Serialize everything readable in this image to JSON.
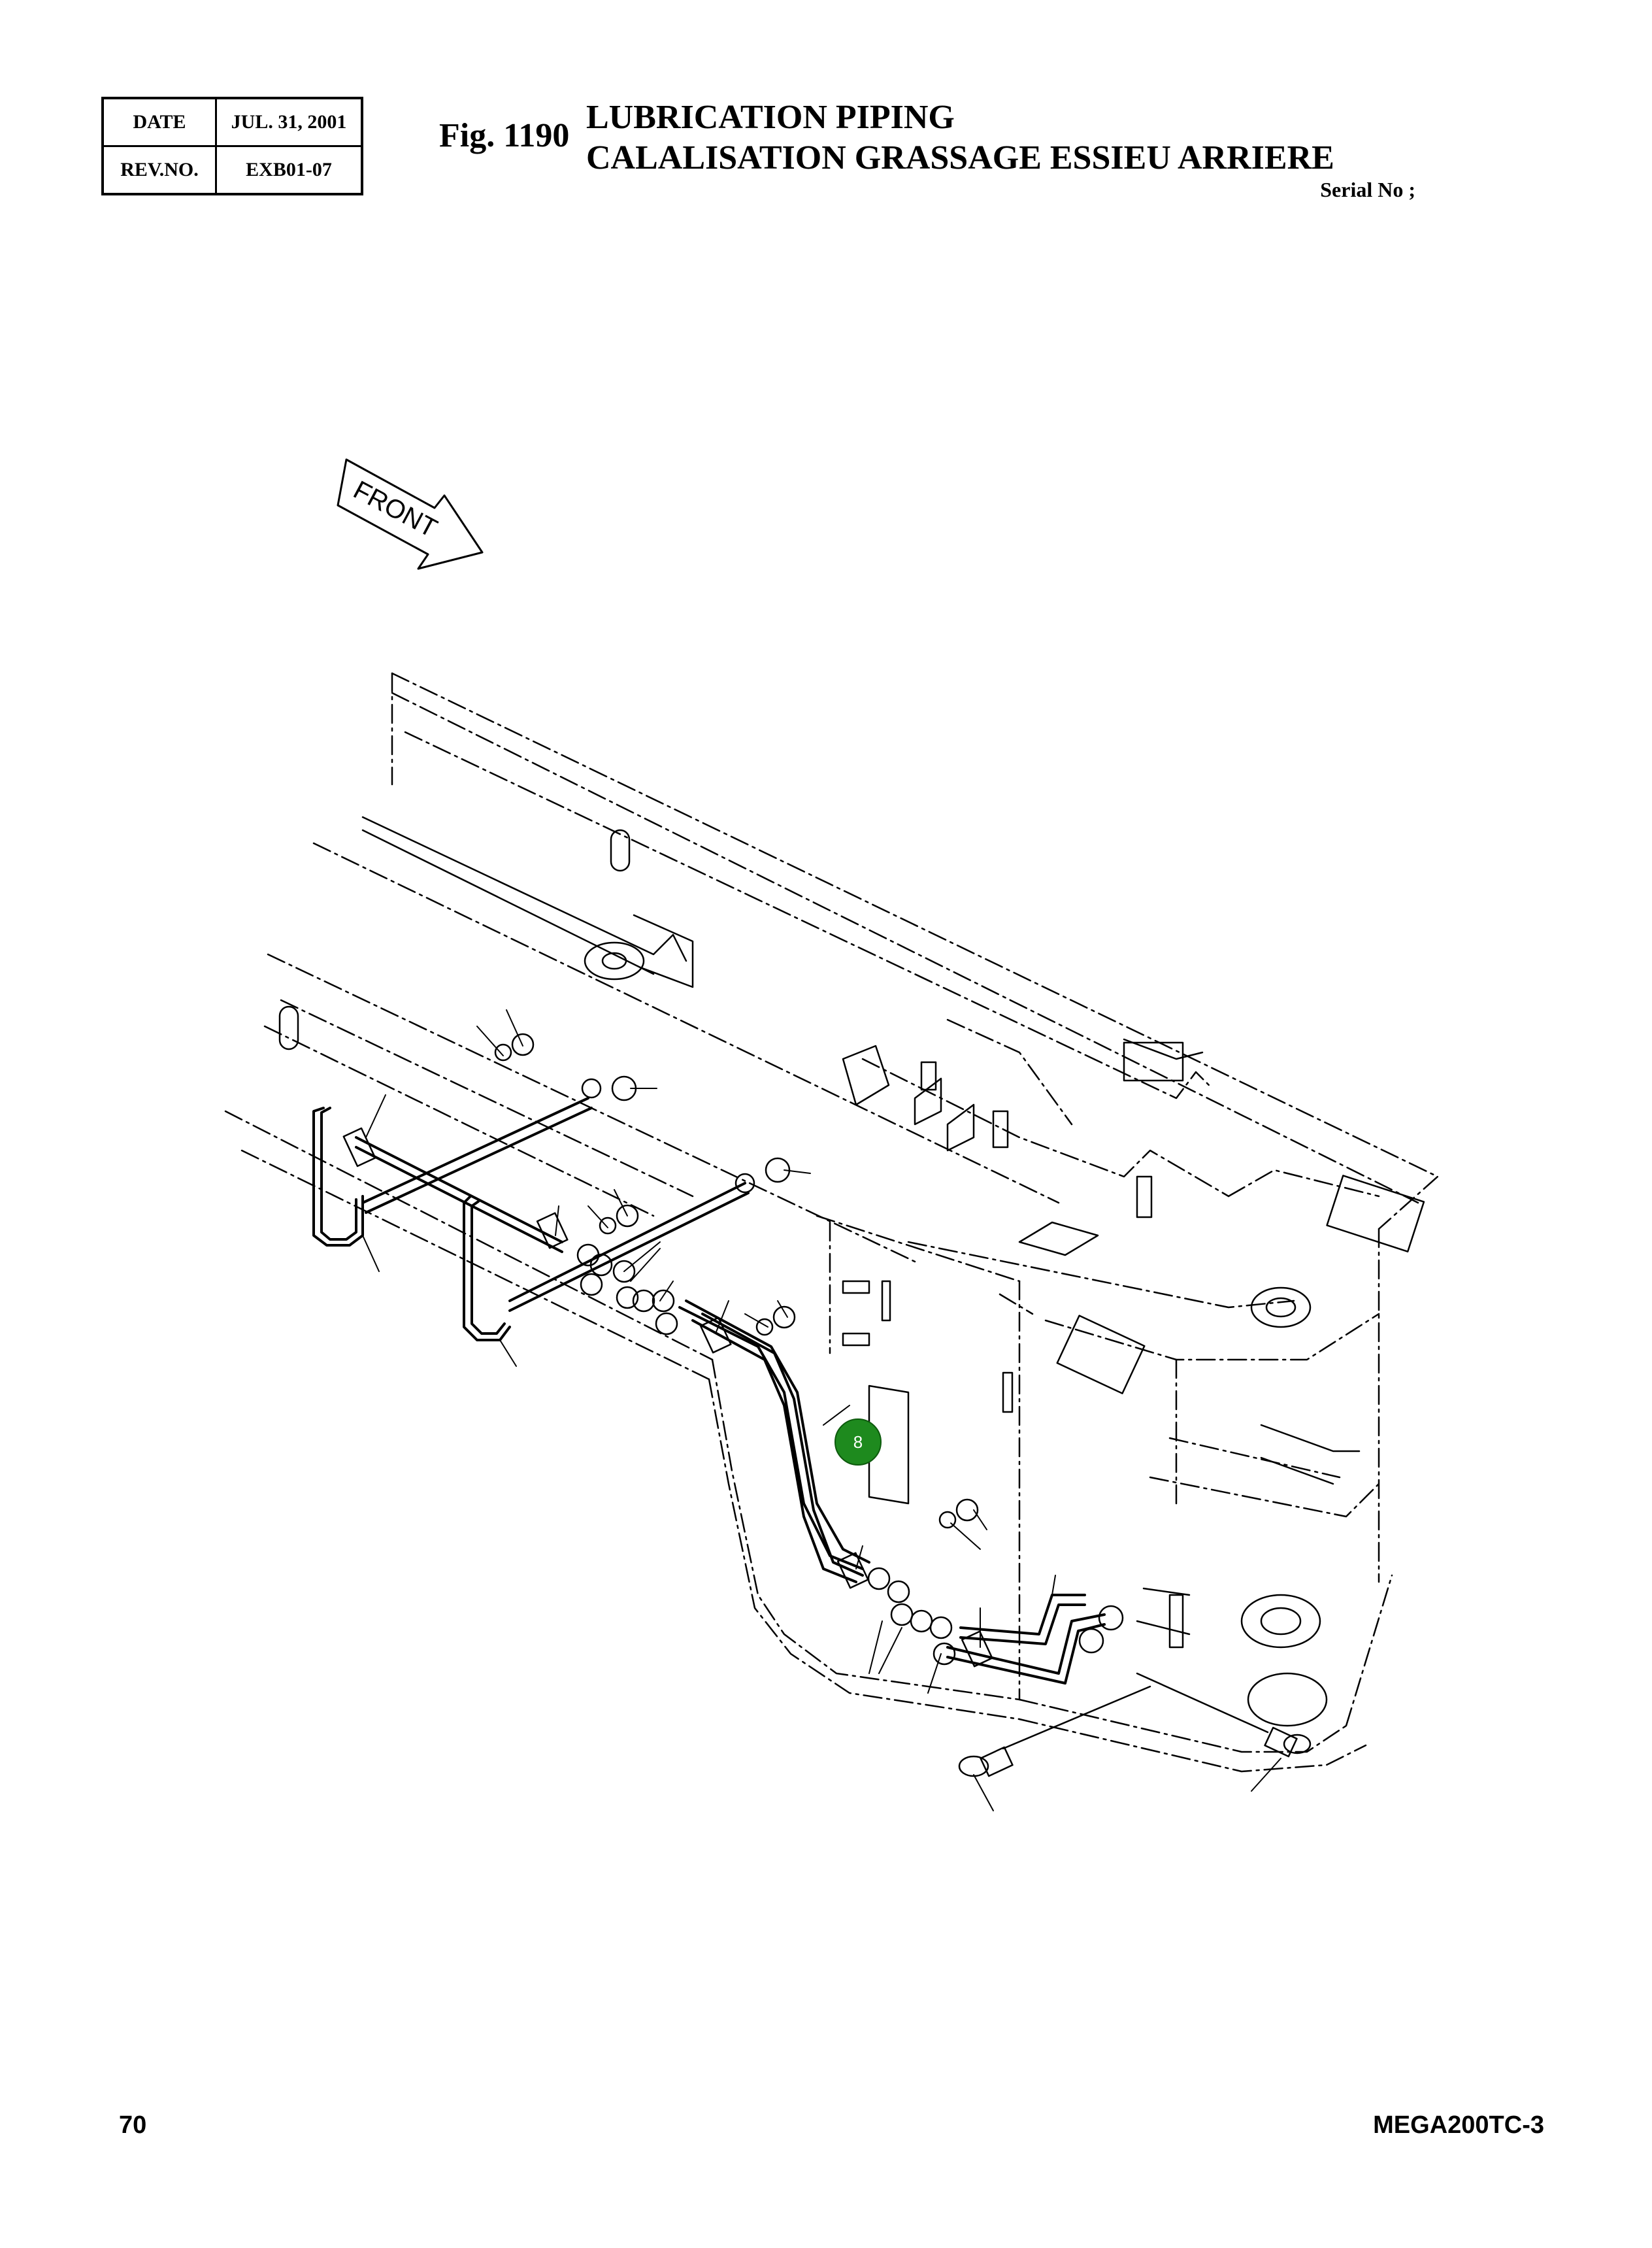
{
  "header": {
    "date_label": "DATE",
    "date_value": "JUL. 31, 2001",
    "rev_label": "REV.NO.",
    "rev_value": "EXB01-07",
    "fig_number": "Fig. 1190",
    "title_line1": "LUBRICATION PIPING",
    "title_line2": "CALALISATION GRASSAGE ESSIEU ARRIERE",
    "serial_label": "Serial No ;"
  },
  "drawing": {
    "direction_label": "FRONT",
    "callout_number": "8",
    "callout_color": "#1e8a1e"
  },
  "footer": {
    "page_number": "70",
    "model": "MEGA200TC-3"
  }
}
